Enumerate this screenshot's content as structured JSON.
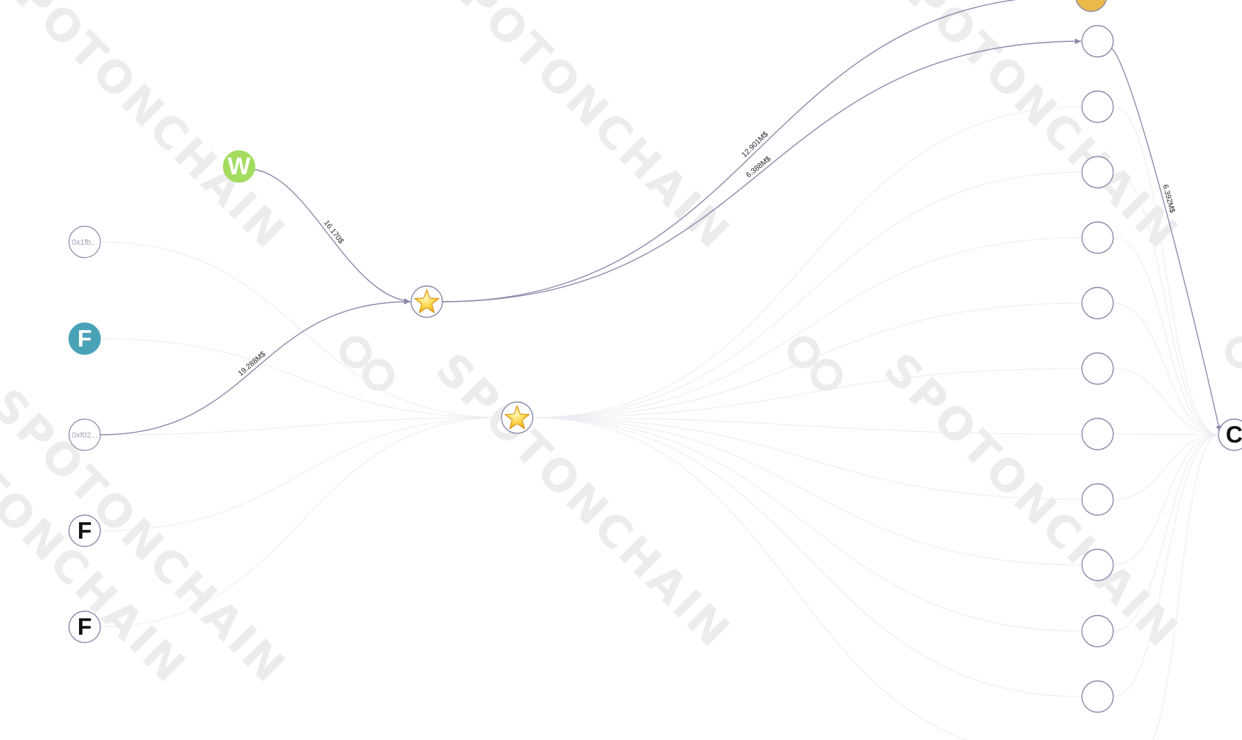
{
  "colors": {
    "strong_edge": "#8a89ab",
    "faint_edge": "#ececf2",
    "node_border": "#8a89ab",
    "node_fill": "#ffffff",
    "wallet_green": "#a3dc5f",
    "teal": "#4aa2b7",
    "gold": "#e9b949",
    "watermark": "#ececec"
  },
  "watermark_text": "SPOTONCHAIN",
  "nodes": [
    {
      "id": "top_gold_partial",
      "kind": "fill",
      "fill": "#e9b949"
    },
    {
      "id": "r1",
      "kind": "empty"
    },
    {
      "id": "r2",
      "kind": "empty"
    },
    {
      "id": "r3",
      "kind": "empty"
    },
    {
      "id": "r4",
      "kind": "empty"
    },
    {
      "id": "r5",
      "kind": "empty"
    },
    {
      "id": "r6",
      "kind": "empty"
    },
    {
      "id": "r7",
      "kind": "empty"
    },
    {
      "id": "r8",
      "kind": "empty"
    },
    {
      "id": "r9",
      "kind": "empty"
    },
    {
      "id": "r10",
      "kind": "empty"
    },
    {
      "id": "r11",
      "kind": "empty"
    },
    {
      "id": "w_wallet",
      "kind": "letter",
      "letter": "W",
      "fill": "#a3dc5f",
      "text_color": "#ffffff"
    },
    {
      "id": "addr_0x1fb",
      "kind": "address",
      "address": "0x1fb..."
    },
    {
      "id": "f_teal",
      "kind": "letter",
      "letter": "F",
      "fill": "#4aa2b7",
      "text_color": "#ffffff"
    },
    {
      "id": "addr_0xf02",
      "kind": "address",
      "address": "0xf02..."
    },
    {
      "id": "f_black_1",
      "kind": "letter",
      "letter": "F",
      "fill": "#ffffff",
      "text_color": "#111111"
    },
    {
      "id": "f_black_2",
      "kind": "letter",
      "letter": "F",
      "fill": "#ffffff",
      "text_color": "#111111"
    },
    {
      "id": "star_main",
      "kind": "star"
    },
    {
      "id": "star_hub",
      "kind": "star"
    },
    {
      "id": "c_partial",
      "kind": "letter",
      "letter": "C",
      "fill": "#ffffff",
      "text_color": "#111111"
    }
  ],
  "edges": [
    {
      "from": "w_wallet",
      "to": "star_main",
      "label": "16.170$",
      "strong": true
    },
    {
      "from": "addr_0xf02",
      "to": "star_main",
      "label": "19.288M$",
      "strong": true
    },
    {
      "from": "star_main",
      "to": "top_gold_partial",
      "label": "12.901M$",
      "strong": true
    },
    {
      "from": "star_main",
      "to": "r1",
      "label": "6.388M$",
      "strong": true
    },
    {
      "from": "r1",
      "to": "c_partial",
      "label": "6.392M$",
      "strong": true
    },
    {
      "from": "addr_0x1fb",
      "to": "star_hub",
      "label": "",
      "strong": false
    },
    {
      "from": "f_teal",
      "to": "star_hub",
      "label": "",
      "strong": false
    },
    {
      "from": "addr_0xf02",
      "to": "star_hub",
      "label": "",
      "strong": false
    },
    {
      "from": "f_black_1",
      "to": "star_hub",
      "label": "",
      "strong": false
    },
    {
      "from": "f_black_2",
      "to": "star_hub",
      "label": "",
      "strong": false
    },
    {
      "from": "star_hub",
      "to": "r2",
      "label": "",
      "strong": false
    },
    {
      "from": "star_hub",
      "to": "r3",
      "label": "",
      "strong": false
    },
    {
      "from": "star_hub",
      "to": "r4",
      "label": "",
      "strong": false
    },
    {
      "from": "star_hub",
      "to": "r5",
      "label": "",
      "strong": false
    },
    {
      "from": "star_hub",
      "to": "r6",
      "label": "",
      "strong": false
    },
    {
      "from": "star_hub",
      "to": "r7",
      "label": "",
      "strong": false
    },
    {
      "from": "star_hub",
      "to": "r8",
      "label": "",
      "strong": false
    },
    {
      "from": "star_hub",
      "to": "r9",
      "label": "",
      "strong": false
    },
    {
      "from": "star_hub",
      "to": "r10",
      "label": "",
      "strong": false
    },
    {
      "from": "star_hub",
      "to": "r11",
      "label": "",
      "strong": false
    },
    {
      "from": "star_hub",
      "to": "offscreen_bottom",
      "label": "",
      "strong": false
    },
    {
      "from": "r2",
      "to": "c_partial",
      "label": "",
      "strong": false
    },
    {
      "from": "r3",
      "to": "c_partial",
      "label": "",
      "strong": false
    },
    {
      "from": "r4",
      "to": "c_partial",
      "label": "",
      "strong": false
    },
    {
      "from": "r5",
      "to": "c_partial",
      "label": "",
      "strong": false
    },
    {
      "from": "r6",
      "to": "c_partial",
      "label": "",
      "strong": false
    },
    {
      "from": "r7",
      "to": "c_partial",
      "label": "",
      "strong": false
    },
    {
      "from": "r8",
      "to": "c_partial",
      "label": "",
      "strong": false
    },
    {
      "from": "r9",
      "to": "c_partial",
      "label": "",
      "strong": false
    },
    {
      "from": "r10",
      "to": "c_partial",
      "label": "",
      "strong": false
    },
    {
      "from": "r11",
      "to": "c_partial",
      "label": "",
      "strong": false
    },
    {
      "from": "offscreen_bottom_right",
      "to": "c_partial",
      "label": "",
      "strong": false
    }
  ]
}
